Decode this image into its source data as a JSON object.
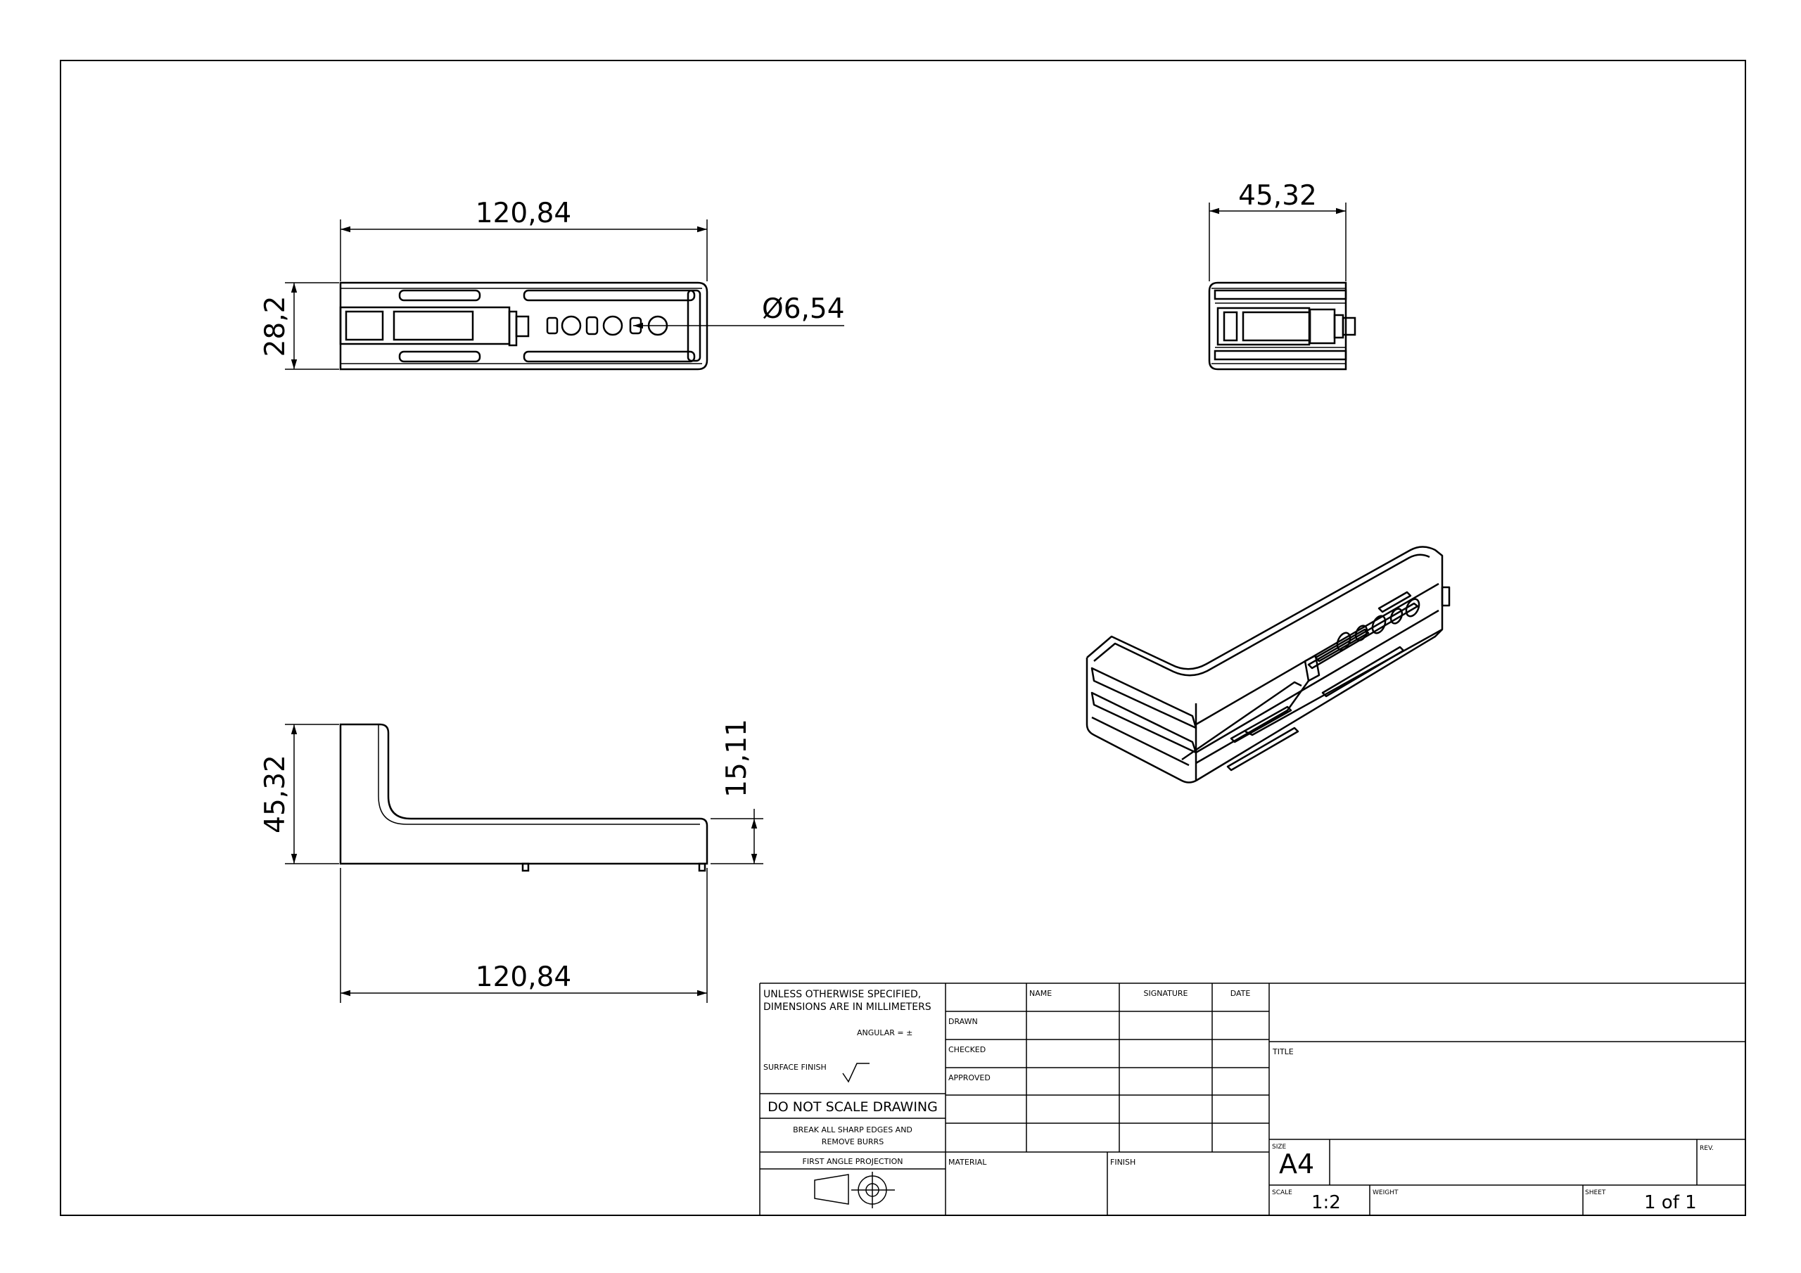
{
  "dimensions": {
    "top_width": "120,84",
    "top_height": "28,2",
    "hole_diameter": "Ø6,54",
    "side_width": "45,32",
    "front_height": "45,32",
    "front_thickness": "15,11",
    "front_width": "120,84"
  },
  "title_block": {
    "notes": {
      "line1": "UNLESS OTHERWISE SPECIFIED,",
      "line2": "DIMENSIONS ARE IN MILLIMETERS",
      "angular": "ANGULAR = ±",
      "surface_finish": "SURFACE FINISH",
      "do_not_scale": "DO NOT SCALE DRAWING",
      "break_edges_1": "BREAK ALL SHARP EDGES AND",
      "break_edges_2": "REMOVE BURRS",
      "projection": "FIRST ANGLE PROJECTION"
    },
    "headers": {
      "name": "NAME",
      "signature": "SIGNATURE",
      "date": "DATE"
    },
    "rows": {
      "drawn": "DRAWN",
      "checked": "CHECKED",
      "approved": "APPROVED"
    },
    "material": "MATERIAL",
    "finish": "FINISH",
    "title": "TITLE",
    "size_label": "SIZE",
    "size_value": "A4",
    "rev_label": "REV.",
    "scale_label": "SCALE",
    "scale_value": "1:2",
    "weight_label": "WEIGHT",
    "sheet_label": "SHEET",
    "sheet_value": "1 of 1"
  }
}
